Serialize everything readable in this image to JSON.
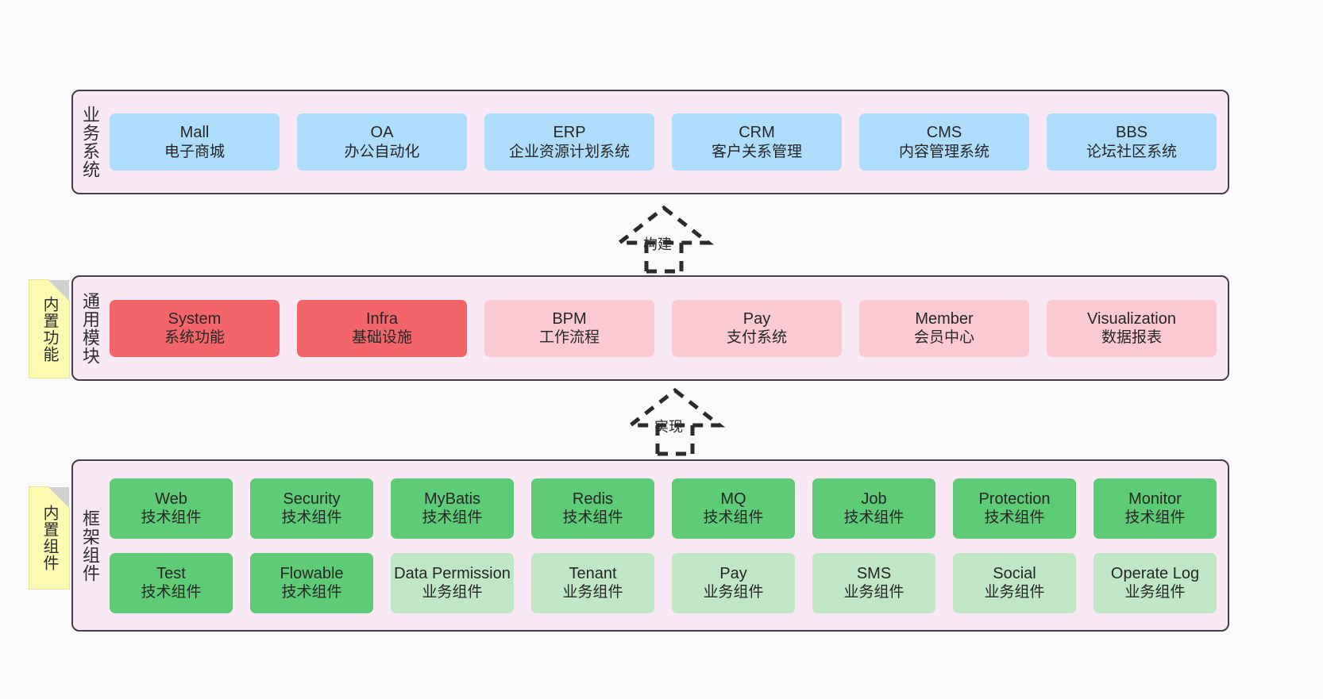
{
  "diagram": {
    "type": "layered-architecture",
    "background_color": "#fafafa",
    "layer_fill": "#f8e9f4",
    "layer_border": "#463d4a"
  },
  "layers": [
    {
      "id": "business",
      "label": "业务系统",
      "card_color": "#aedcfb",
      "rows": [
        {
          "cards": [
            {
              "title": "Mall",
              "sub": "电子商城",
              "tone": "blue"
            },
            {
              "title": "OA",
              "sub": "办公自动化",
              "tone": "blue"
            },
            {
              "title": "ERP",
              "sub": "企业资源计划系统",
              "tone": "blue"
            },
            {
              "title": "CRM",
              "sub": "客户关系管理",
              "tone": "blue"
            },
            {
              "title": "CMS",
              "sub": "内容管理系统",
              "tone": "blue"
            },
            {
              "title": "BBS",
              "sub": "论坛社区系统",
              "tone": "blue"
            }
          ]
        }
      ]
    },
    {
      "id": "common",
      "label": "通用模块",
      "rows": [
        {
          "cards": [
            {
              "title": "System",
              "sub": "系统功能",
              "tone": "red"
            },
            {
              "title": "Infra",
              "sub": "基础设施",
              "tone": "red"
            },
            {
              "title": "BPM",
              "sub": "工作流程",
              "tone": "pink"
            },
            {
              "title": "Pay",
              "sub": "支付系统",
              "tone": "pink"
            },
            {
              "title": "Member",
              "sub": "会员中心",
              "tone": "pink"
            },
            {
              "title": "Visualization",
              "sub": "数据报表",
              "tone": "pink"
            }
          ]
        }
      ]
    },
    {
      "id": "frame",
      "label": "框架组件",
      "rows": [
        {
          "cards": [
            {
              "title": "Web",
              "sub": "技术组件",
              "tone": "green"
            },
            {
              "title": "Security",
              "sub": "技术组件",
              "tone": "green"
            },
            {
              "title": "MyBatis",
              "sub": "技术组件",
              "tone": "green"
            },
            {
              "title": "Redis",
              "sub": "技术组件",
              "tone": "green"
            },
            {
              "title": "MQ",
              "sub": "技术组件",
              "tone": "green"
            },
            {
              "title": "Job",
              "sub": "技术组件",
              "tone": "green"
            },
            {
              "title": "Protection",
              "sub": "技术组件",
              "tone": "green"
            },
            {
              "title": "Monitor",
              "sub": "技术组件",
              "tone": "green"
            }
          ]
        },
        {
          "cards": [
            {
              "title": "Test",
              "sub": "技术组件",
              "tone": "green"
            },
            {
              "title": "Flowable",
              "sub": "技术组件",
              "tone": "green"
            },
            {
              "title": "Data Permission",
              "sub": "业务组件",
              "tone": "green-light"
            },
            {
              "title": "Tenant",
              "sub": "业务组件",
              "tone": "green-light"
            },
            {
              "title": "Pay",
              "sub": "业务组件",
              "tone": "green-light"
            },
            {
              "title": "SMS",
              "sub": "业务组件",
              "tone": "green-light"
            },
            {
              "title": "Social",
              "sub": "业务组件",
              "tone": "green-light"
            },
            {
              "title": "Operate Log",
              "sub": "业务组件",
              "tone": "green-light"
            }
          ]
        }
      ]
    }
  ],
  "sticky_notes": [
    {
      "id": "common",
      "label": "内置功能",
      "color": "#fcfab0"
    },
    {
      "id": "frame",
      "label": "内置组件",
      "color": "#fcfab0"
    }
  ],
  "connectors": [
    {
      "id": "build",
      "label": "构建",
      "style": "dashed-hollow-triangle",
      "direction": "up"
    },
    {
      "id": "impl",
      "label": "实现",
      "style": "dashed-hollow-triangle",
      "direction": "up"
    }
  ],
  "palette": {
    "blue": "#aedcfb",
    "red": "#f4656a",
    "pink": "#fbc9d2",
    "green": "#5ecb76",
    "green_light": "#bfe7c6",
    "sticky": "#fcfab0",
    "layer_fill": "#f8e9f4",
    "layer_border": "#463d4a",
    "text": "#262626"
  }
}
